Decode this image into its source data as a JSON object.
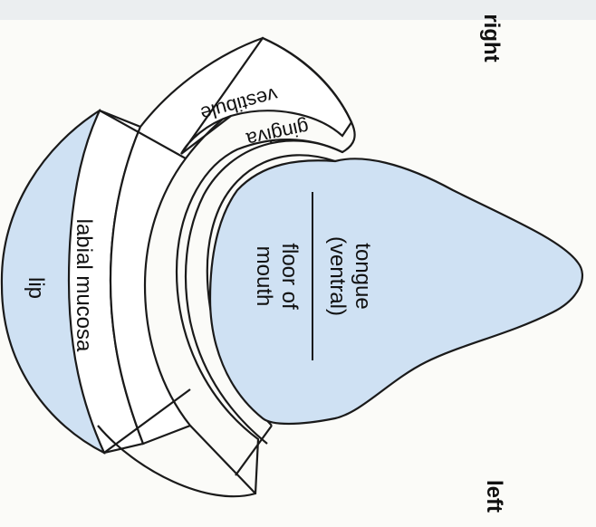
{
  "labels": {
    "right": "right",
    "left": "left",
    "lip": "lip",
    "labial_mucosa": "labial mucosa",
    "vestibule": "vestibule",
    "gingiva": "gingiva",
    "tongue": [
      "tongue",
      "(ventral)"
    ],
    "floor_of_mouth": [
      "floor of",
      "mouth"
    ]
  },
  "colors": {
    "blue_region": "#cfe1f3",
    "outline": "#1a1a1a",
    "background": "#fbfbf8"
  }
}
